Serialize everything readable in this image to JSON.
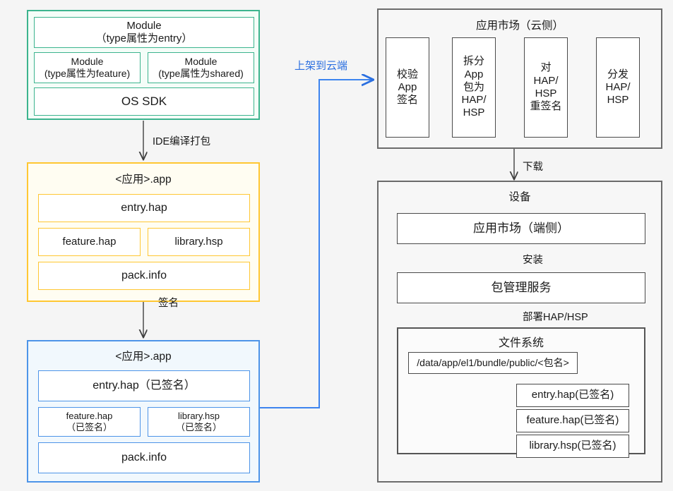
{
  "diagram": {
    "title_hidden": "",
    "colors": {
      "background": "#f5f5f5",
      "green": "#3cb48e",
      "green_fill": "#f4fdf8",
      "yellow": "#ffc733",
      "yellow_fill": "#fffdf2",
      "blue": "#4d94e8",
      "blue_fill": "#f1f8fd",
      "gray": "#6b6b6b",
      "arrow_blue": "#2b6fe0"
    }
  },
  "module_group": {
    "entry_module": "Module\n（type属性为entry）",
    "feature_module": "Module\n(type属性为feature)",
    "shared_module": "Module\n(type属性为shared)",
    "os_sdk": "OS SDK"
  },
  "app_group": {
    "title": "<应用>.app",
    "entry_hap": "entry.hap",
    "feature_hap": "feature.hap",
    "library_hsp": "library.hsp",
    "pack_info": "pack.info"
  },
  "signed_app_group": {
    "title": "<应用>.app",
    "entry_hap": "entry.hap（已签名）",
    "feature_hap": "feature.hap\n（已签名）",
    "library_hsp": "library.hsp\n（已签名）",
    "pack_info": "pack.info"
  },
  "cloud_group": {
    "title": "应用市场（云侧）",
    "steps": [
      "校验\nApp\n签名",
      "拆分\nApp\n包为\nHAP/\nHSP",
      "对\nHAP/\nHSP\n重签名",
      "分发\nHAP/\nHSP"
    ]
  },
  "device_group": {
    "title": "设备",
    "app_market_client": "应用市场（端侧）",
    "package_manager": "包管理服务",
    "filesystem": {
      "title": "文件系统",
      "path": "/data/app/el1/bundle/public/<包名>",
      "files": [
        "entry.hap(已签名)",
        "feature.hap(已签名)",
        "library.hsp(已签名)"
      ]
    }
  },
  "arrow_labels": {
    "ide_build": "IDE编译打包",
    "sign": "签名",
    "upload_to_cloud": "上架到云端",
    "download": "下载",
    "install": "安装",
    "deploy": "部署HAP/HSP"
  }
}
